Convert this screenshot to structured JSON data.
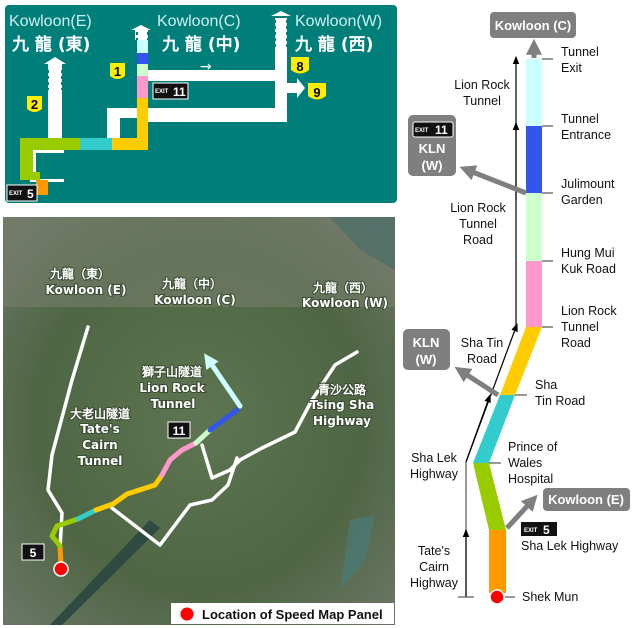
{
  "colors": {
    "sign_bg": "#007f7a",
    "tunnel_exit_segment": "#ccffff",
    "tunnel_segment": "#3355ee",
    "julimount_segment": "#ccffcc",
    "hung_mui_kuk_segment": "#ff99cc",
    "sha_tin_road_segment": "#ffcc00",
    "prince_of_wales_segment": "#33cccc",
    "sha_lek_segment": "#99cc00",
    "shek_mun_segment": "#ff9900",
    "panel_location": "#ff0000",
    "callout_box": "#7f7f7f"
  },
  "sign": {
    "destinations": [
      {
        "en": "Kowloon(E)",
        "zh": "九 龍 (東)"
      },
      {
        "en": "Kowloon(C)",
        "zh": "九 龍 (中)"
      },
      {
        "en": "Kowloon(W)",
        "zh": "九 龍 (西)"
      }
    ],
    "route_shields": [
      "1",
      "2",
      "8",
      "9"
    ],
    "exits": [
      {
        "prefix": "EXIT",
        "number": "11"
      },
      {
        "prefix": "EXIT",
        "number": "5"
      }
    ]
  },
  "map": {
    "districts": [
      {
        "zh": "九龍（東）",
        "en": "Kowloon (E)"
      },
      {
        "zh": "九龍（中）",
        "en": "Kowloon (C)"
      },
      {
        "zh": "九龍（西）",
        "en": "Kowloon (W)"
      }
    ],
    "roads": [
      {
        "zh": "獅子山隧道",
        "en": [
          "Lion Rock",
          "Tunnel"
        ]
      },
      {
        "zh": "大老山隧道",
        "en": [
          "Tate's",
          "Cairn",
          "Tunnel"
        ]
      },
      {
        "zh": "青沙公路",
        "en": [
          "Tsing Sha",
          "Highway"
        ]
      }
    ],
    "exit_labels": [
      "11",
      "5"
    ],
    "legend": "Location of Speed Map Panel"
  },
  "schematic": {
    "destination_top": "Kowloon (C)",
    "callouts": [
      {
        "exit": "11",
        "lines": [
          "KLN",
          "(W)"
        ]
      },
      {
        "lines": [
          "KLN",
          "(W)"
        ]
      },
      {
        "label": "Kowloon (E)"
      }
    ],
    "exit5": {
      "prefix": "EXIT",
      "number": "5",
      "road": "Sha Lek Highway"
    },
    "points": [
      [
        "Tunnel",
        "Exit"
      ],
      [
        "Tunnel",
        "Entrance"
      ],
      [
        "Julimount",
        "Garden"
      ],
      [
        "Hung Mui",
        "Kuk Road"
      ],
      [
        "Lion Rock",
        "Tunnel",
        "Road"
      ],
      [
        "Sha",
        "Tin Road"
      ],
      [
        "Prince of",
        "Wales",
        "Hospital"
      ],
      [
        "Shek Mun"
      ]
    ],
    "road_sections": [
      [
        "Lion Rock",
        "Tunnel"
      ],
      [
        "Lion Rock",
        "Tunnel",
        "Road"
      ],
      [
        "Sha Tin",
        "Road"
      ],
      [
        "Sha Lek",
        "Highway"
      ],
      [
        "Tate's",
        "Cairn",
        "Highway"
      ]
    ]
  }
}
